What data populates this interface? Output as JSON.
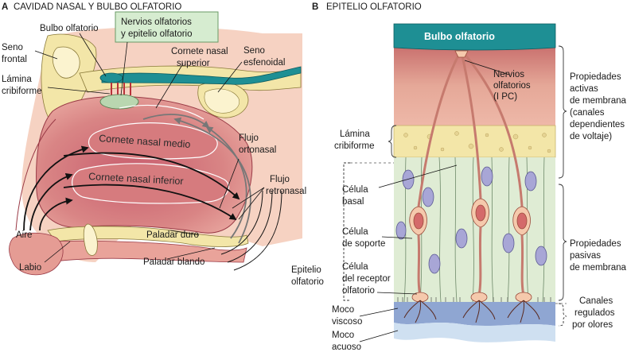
{
  "panel_a": {
    "letter": "A",
    "title": "CAVIDAD NASAL Y BULBO OLFATORIO",
    "callout_line1": "Nervios olfatorios",
    "callout_line2": "y epitelio olfatorio",
    "labels": {
      "bulbo": "Bulbo olfatorio",
      "seno_frontal_1": "Seno",
      "seno_frontal_2": "frontal",
      "lamina_1": "Lámina",
      "lamina_2": "cribiforme",
      "cornete_sup_1": "Cornete nasal",
      "cornete_sup_2": "superior",
      "seno_esf_1": "Seno",
      "seno_esf_2": "esfenoidal",
      "cornete_medio": "Cornete nasal medio",
      "cornete_inferior": "Cornete nasal inferior",
      "flujo_orto_1": "Flujo",
      "flujo_orto_2": "ortonasal",
      "flujo_retro_1": "Flujo",
      "flujo_retro_2": "retronasal",
      "aire": "Aire",
      "paladar_duro": "Paladar duro",
      "labio": "Labio",
      "paladar_blando": "Paladar blando"
    }
  },
  "panel_b": {
    "letter": "B",
    "title": "EPITELIO OLFATORIO",
    "bulb_label": "Bulbo olfatorio",
    "labels": {
      "nervios_1": "Nervios",
      "nervios_2": "olfatorios",
      "nervios_3": "(I PC)",
      "lamina_1": "Lámina",
      "lamina_2": "cribiforme",
      "celula_basal_1": "Célula",
      "celula_basal_2": "basal",
      "celula_soporte_1": "Célula",
      "celula_soporte_2": "de soporte",
      "celula_receptor_1": "Célula",
      "celula_receptor_2": "del receptor",
      "celula_receptor_3": "olfatorio",
      "epitelio_1": "Epitelio",
      "epitelio_2": "olfatorio",
      "moco_viscoso_1": "Moco",
      "moco_viscoso_2": "viscoso",
      "moco_acuoso_1": "Moco",
      "moco_acuoso_2": "acuoso",
      "prop_activas_1": "Propiedades",
      "prop_activas_2": "activas",
      "prop_activas_3": "de membrana",
      "prop_activas_4": "(canales",
      "prop_activas_5": "dependientes",
      "prop_activas_6": "de voltaje)",
      "prop_pasivas_1": "Propiedades",
      "prop_pasivas_2": "pasivas",
      "prop_pasivas_3": "de membrana",
      "canales_1": "Canales",
      "canales_2": "regulados",
      "canales_3": "por olores"
    }
  },
  "colors": {
    "bone": "#f3e6a8",
    "soft_tissue": "#f6d2c2",
    "mucosa": "#d98585",
    "mucosa_dark": "#b85563",
    "teal": "#1e8f94",
    "callout_fill": "#d6ecd0",
    "epithelium": "#dfecd4",
    "nucleus": "#a8a6d6",
    "mucus": "#8fa6d2",
    "aqueous": "#cfe0f1"
  }
}
